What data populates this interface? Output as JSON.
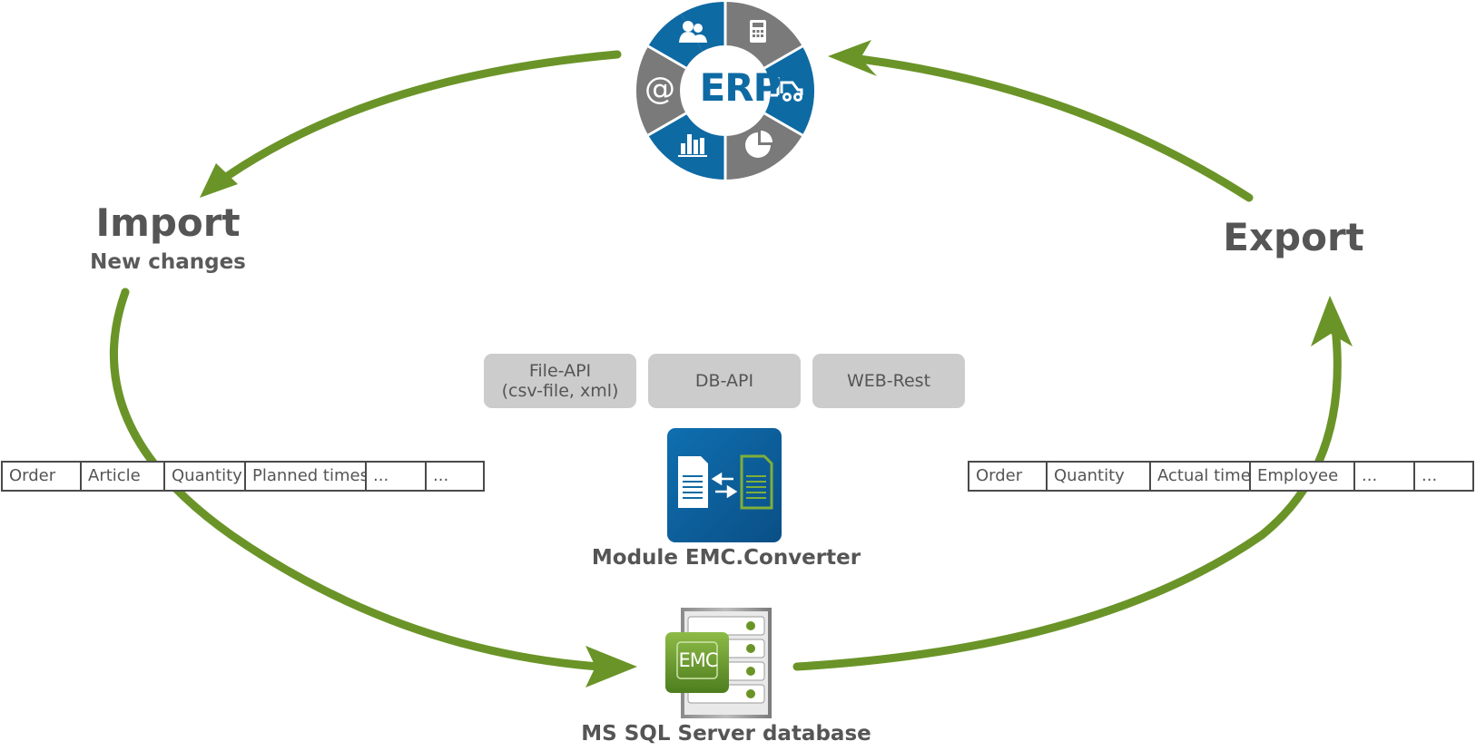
{
  "erp": {
    "label": "ERP",
    "icons": [
      "users-icon",
      "calculator-icon",
      "forklift-icon",
      "pie-chart-icon",
      "bar-chart-icon",
      "at-sign-icon"
    ]
  },
  "import": {
    "title": "Import",
    "subtitle": "New changes",
    "fields": [
      "Order",
      "Article",
      "Quantity",
      "Planned times",
      "...",
      "..."
    ]
  },
  "export": {
    "title": "Export",
    "fields": [
      "Order",
      "Quantity",
      "Actual time",
      "Employee",
      "...",
      "..."
    ]
  },
  "apis": [
    {
      "label": "File-API\n(csv-file, xml)"
    },
    {
      "label": "DB-API"
    },
    {
      "label": "WEB-Rest"
    }
  ],
  "converter": {
    "caption": "Module EMC.Converter"
  },
  "database": {
    "caption": "MS SQL Server database",
    "badge": "EMC"
  },
  "colors": {
    "arrow_green": "#6a9428",
    "erp_blue": "#0e6aa3",
    "erp_gray": "#7a7a7a",
    "api_box": "#cccccc",
    "text": "#555555"
  }
}
